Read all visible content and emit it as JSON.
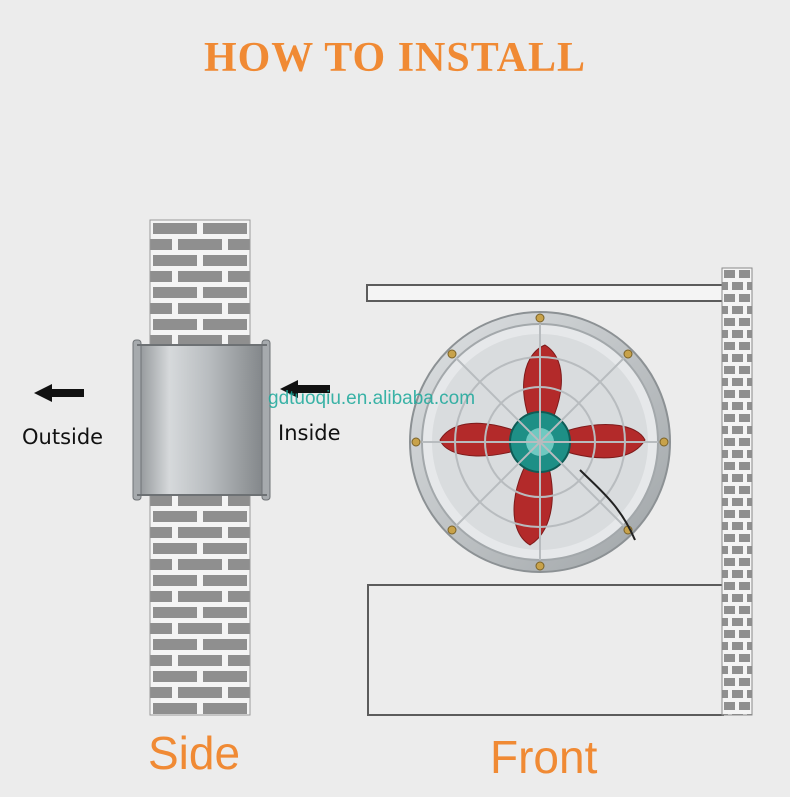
{
  "title": "HOW TO INSTALL",
  "labels": {
    "outside": "Outside",
    "inside": "Inside",
    "side": "Side",
    "front": "Front"
  },
  "watermark": "gdtuoqiu.en.alibaba.com",
  "colors": {
    "accent": "#f08a34",
    "brick": "#8f8f8f",
    "mortar": "#f4f4f4",
    "fan_blade": "#b32a2a",
    "hub": "#1e8f86"
  }
}
